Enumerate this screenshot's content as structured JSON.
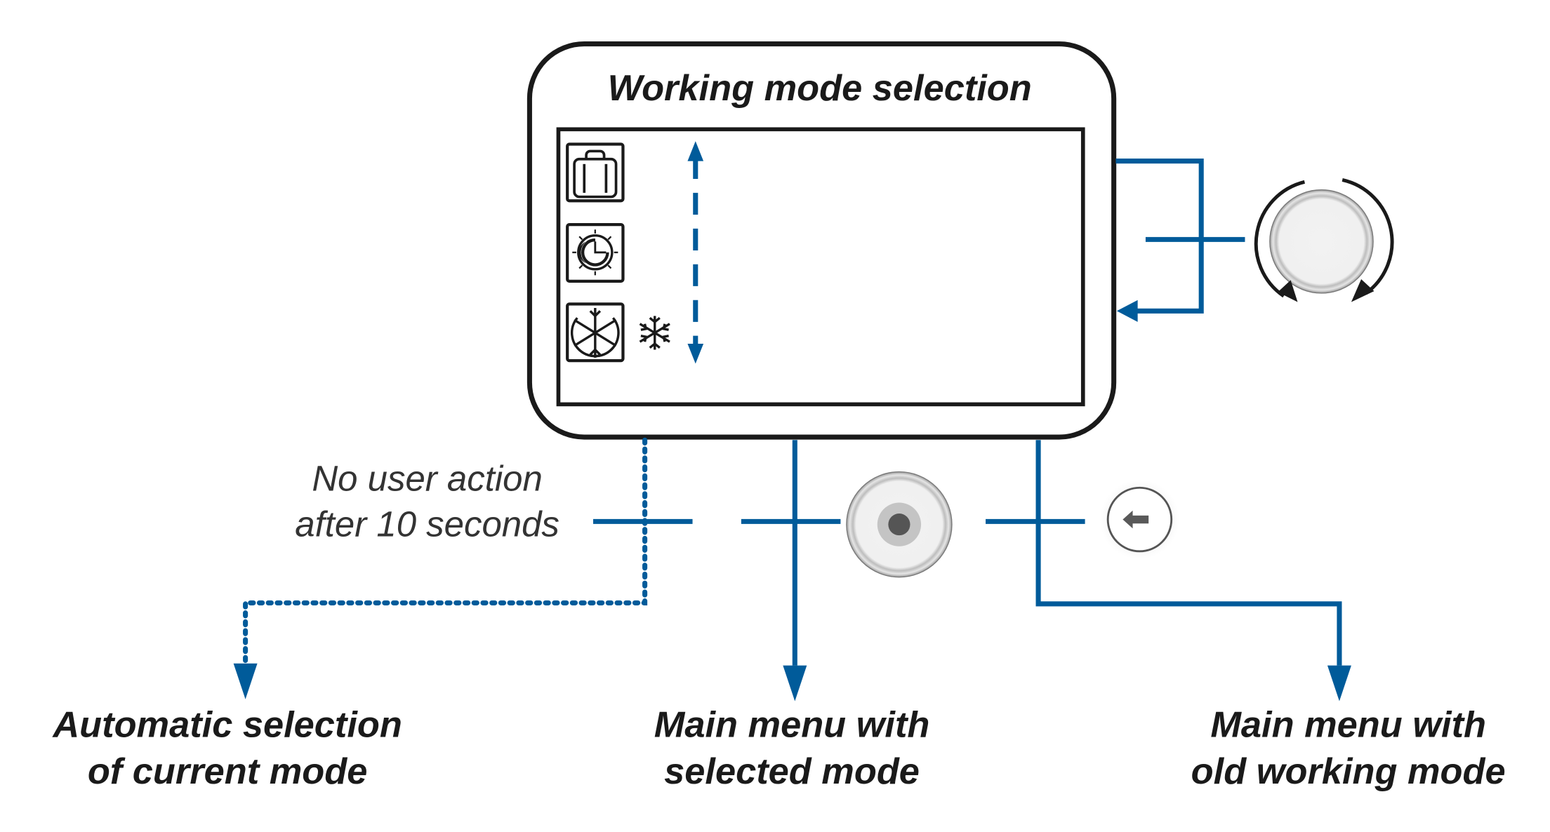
{
  "diagram": {
    "screen_title": "Working mode selection",
    "mode_list": {
      "items": [
        {
          "icon": "suitcase-icon",
          "name": "holiday-mode"
        },
        {
          "icon": "clock-icon",
          "name": "timer-mode"
        },
        {
          "icon": "snowflake-mode-icon",
          "name": "frost-protection-mode",
          "selected_marker": "snowflake-icon"
        }
      ],
      "scroll_indicator": "double-headed-dashed-arrow"
    },
    "controls": {
      "rotary_knob": {
        "icon": "rotary-knob-icon",
        "action": "scroll through modes"
      },
      "ok_button": {
        "icon": "ok-button-icon"
      },
      "back_button": {
        "icon": "back-arrow-icon",
        "glyph": "←"
      }
    },
    "timeout_note": {
      "line1": "No user action",
      "line2": "after 10 seconds"
    },
    "outcomes": [
      {
        "line1": "Automatic selection",
        "line2": "of current mode",
        "style": "dotted"
      },
      {
        "line1": "Main menu with",
        "line2": "selected mode",
        "style": "solid"
      },
      {
        "line1": "Main menu with",
        "line2": "old working mode",
        "style": "solid"
      }
    ],
    "colors": {
      "flow_blue": "#005b9a",
      "outline": "#1a1a1a",
      "button_grey": "#d9d9d9"
    }
  }
}
